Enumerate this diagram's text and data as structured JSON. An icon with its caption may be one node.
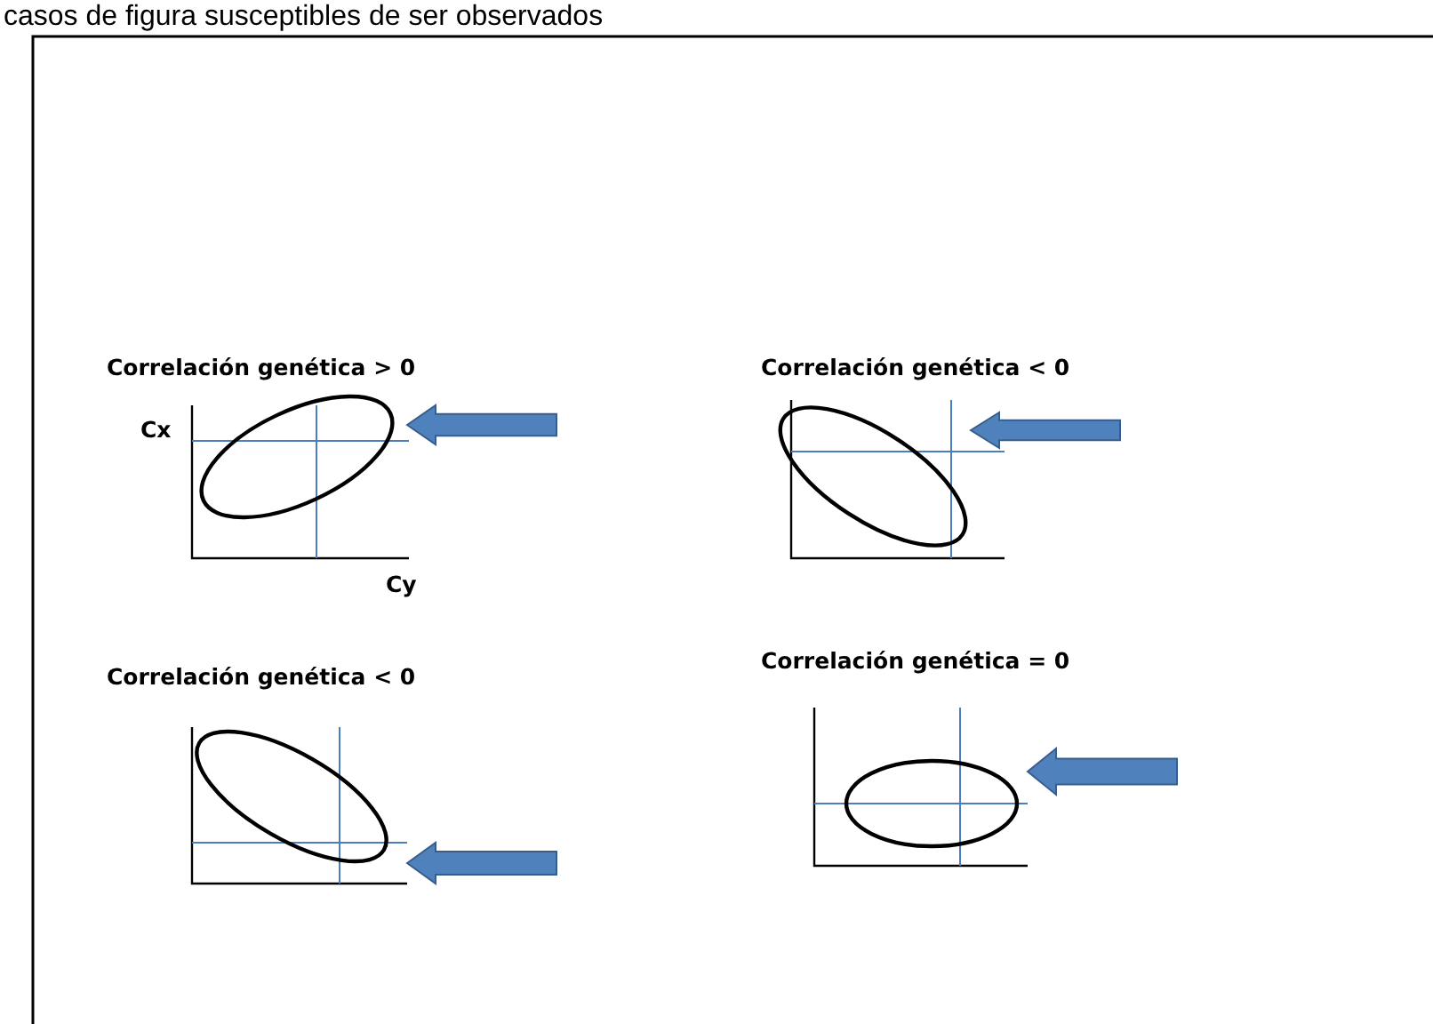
{
  "diagram": {
    "labels": [
      "casos de figura susceptibles de ser observados",
      "Correlación genética > 0",
      "Correlación genética < 0",
      "Cx",
      "Cy",
      "Correlación genética < 0",
      "Correlación genética = 0"
    ]
  }
}
